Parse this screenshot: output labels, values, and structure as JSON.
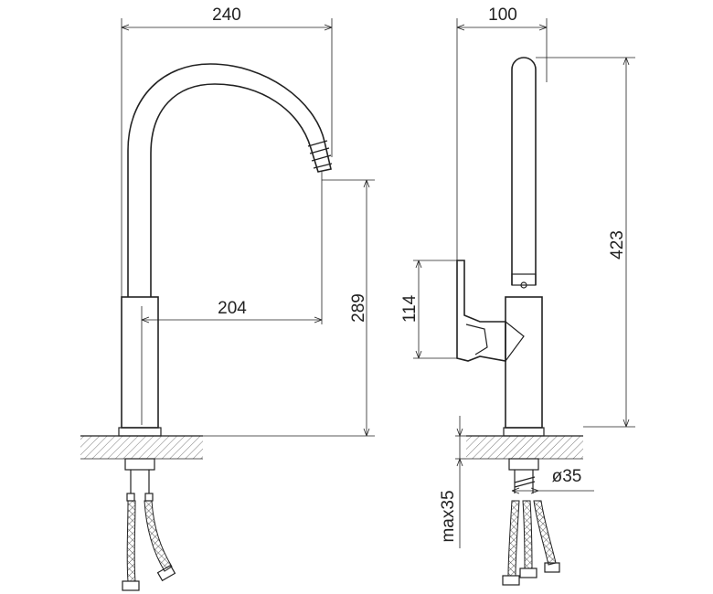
{
  "diagram": {
    "front_view": {
      "width_dim": "240",
      "spout_reach_dim": "204",
      "spout_height_dim": "289"
    },
    "side_view": {
      "depth_dim": "100",
      "total_height_dim": "423",
      "lever_height_dim": "114",
      "mount_hole_dim": "ø35",
      "max_thickness_dim": "max35"
    },
    "colors": {
      "line": "#222222",
      "hatch": "#555555"
    }
  }
}
